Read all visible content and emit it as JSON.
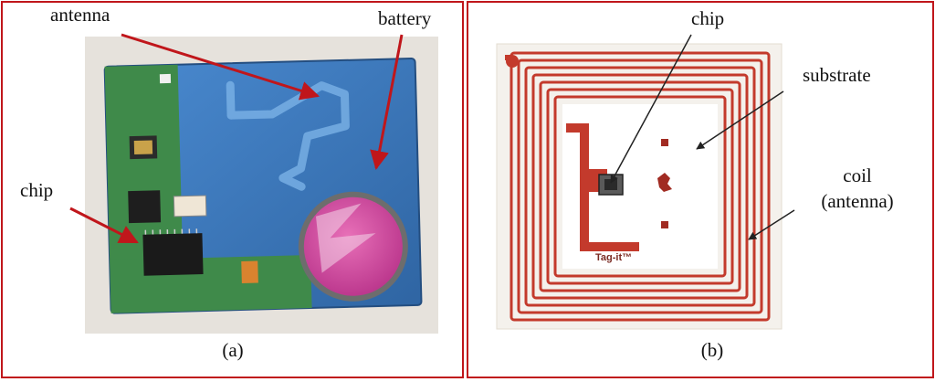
{
  "panel_a": {
    "labels": {
      "antenna": "antenna",
      "battery": "battery",
      "chip": "chip"
    },
    "caption": "(a)"
  },
  "panel_b": {
    "labels": {
      "chip": "chip",
      "substrate": "substrate",
      "coil_line1": "coil",
      "coil_line2": "(antenna)"
    },
    "tag_text": "Tag-it™",
    "caption": "(b)"
  },
  "colors": {
    "frame": "#c0161b",
    "arrow": "#c0161b",
    "pcb": "#3a78b8",
    "board_green": "#3f8a4a",
    "battery_pink": "#d34aa0",
    "coil": "#c33a2c",
    "inlay_bg": "#f4f1ec"
  }
}
